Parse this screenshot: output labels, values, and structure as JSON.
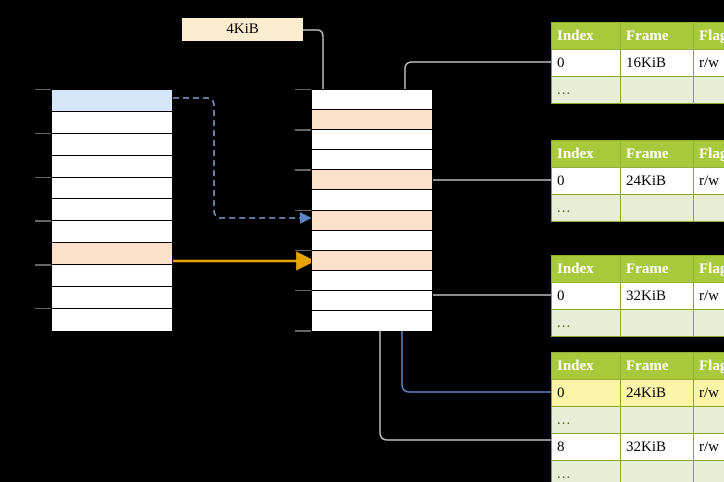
{
  "diagram": {
    "title": "page-table-walk",
    "size_label": {
      "text": "4KiB"
    },
    "colors": {
      "background": "#000000",
      "highlight_blue": "#d6e5f8",
      "highlight_peach": "#fce2cb",
      "table_header_green": "#a9c93d",
      "table_dots_green": "#e8eed6",
      "highlight_yellow": "#fcf5a8",
      "arrow_blue": "#5b85c6",
      "arrow_orange": "#e8a300",
      "arrow_gray": "#bcbcbc",
      "label_peach": "#fcecd0"
    },
    "left_column": {
      "name": "virtual-address-space",
      "rows": [
        {
          "fill": "blue"
        },
        {
          "fill": "white"
        },
        {
          "fill": "white"
        },
        {
          "fill": "white"
        },
        {
          "fill": "white"
        },
        {
          "fill": "white"
        },
        {
          "fill": "white"
        },
        {
          "fill": "peach"
        },
        {
          "fill": "white"
        },
        {
          "fill": "white"
        },
        {
          "fill": "white"
        }
      ]
    },
    "middle_column": {
      "name": "physical-memory",
      "rows": [
        {
          "fill": "white"
        },
        {
          "fill": "peach"
        },
        {
          "fill": "white"
        },
        {
          "fill": "white"
        },
        {
          "fill": "peach"
        },
        {
          "fill": "white"
        },
        {
          "fill": "peach"
        },
        {
          "fill": "white"
        },
        {
          "fill": "peach"
        },
        {
          "fill": "white"
        },
        {
          "fill": "white"
        },
        {
          "fill": "white"
        }
      ]
    },
    "page_tables": [
      {
        "name": "page-table-level-1",
        "headers": [
          "Index",
          "Frame",
          "Flags"
        ],
        "rows": [
          {
            "type": "data",
            "cells": [
              "0",
              "16KiB",
              "r/w"
            ],
            "highlight": [
              false,
              false,
              false
            ]
          },
          {
            "type": "dots",
            "cells": [
              "...",
              "",
              ""
            ],
            "highlight": [
              false,
              false,
              false
            ]
          }
        ]
      },
      {
        "name": "page-table-level-2",
        "headers": [
          "Index",
          "Frame",
          "Flags"
        ],
        "rows": [
          {
            "type": "data",
            "cells": [
              "0",
              "24KiB",
              "r/w"
            ],
            "highlight": [
              false,
              false,
              false
            ]
          },
          {
            "type": "dots",
            "cells": [
              "...",
              "",
              ""
            ],
            "highlight": [
              false,
              false,
              false
            ]
          }
        ]
      },
      {
        "name": "page-table-level-3",
        "headers": [
          "Index",
          "Frame",
          "Flags"
        ],
        "rows": [
          {
            "type": "data",
            "cells": [
              "0",
              "32KiB",
              "r/w"
            ],
            "highlight": [
              false,
              false,
              false
            ]
          },
          {
            "type": "dots",
            "cells": [
              "...",
              "",
              ""
            ],
            "highlight": [
              false,
              false,
              false
            ]
          }
        ]
      },
      {
        "name": "page-table-level-4",
        "headers": [
          "Index",
          "Frame",
          "Flags"
        ],
        "rows": [
          {
            "type": "data",
            "cells": [
              "0",
              "24KiB",
              "r/w"
            ],
            "highlight": [
              true,
              true,
              true
            ]
          },
          {
            "type": "dots",
            "cells": [
              "...",
              "",
              ""
            ],
            "highlight": [
              false,
              false,
              false
            ]
          },
          {
            "type": "data",
            "cells": [
              "8",
              "32KiB",
              "r/w"
            ],
            "highlight": [
              false,
              false,
              false
            ]
          },
          {
            "type": "dots",
            "cells": [
              "...",
              "",
              ""
            ],
            "highlight": [
              false,
              false,
              false
            ]
          }
        ]
      }
    ]
  }
}
